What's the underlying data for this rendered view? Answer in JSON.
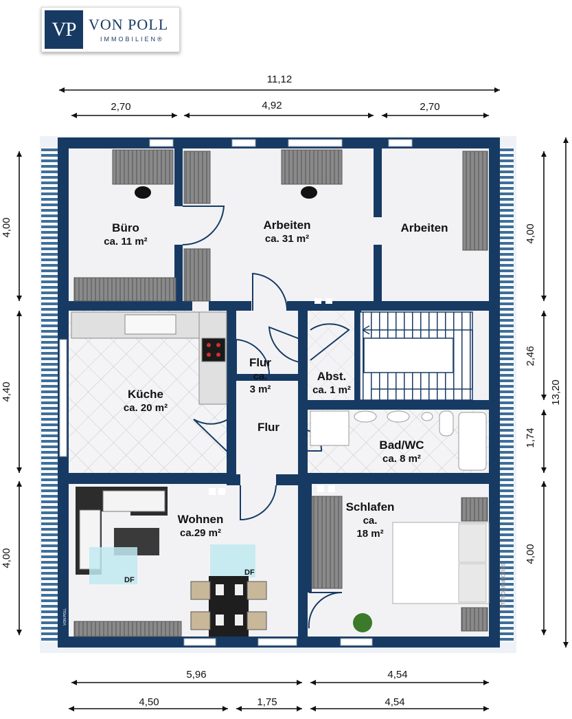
{
  "logo": {
    "mark": "VP",
    "name": "VON POLL",
    "sub": "IMMOBILIEN®"
  },
  "rooms": {
    "buero": {
      "name": "Büro",
      "area": "ca. 11 m²"
    },
    "arbeiten1": {
      "name": "Arbeiten",
      "area": "ca. 31 m²"
    },
    "arbeiten2": {
      "name": "Arbeiten"
    },
    "kueche": {
      "name": "Küche",
      "area": "ca. 20 m²"
    },
    "flur_small": {
      "name": "Flur",
      "l2": "ca.",
      "l3": "3 m²"
    },
    "abst": {
      "name": "Abst.",
      "area": "ca. 1 m²"
    },
    "flur": {
      "name": "Flur"
    },
    "bad": {
      "name": "Bad/WC",
      "area": "ca. 8 m²"
    },
    "wohnen": {
      "name": "Wohnen",
      "area": "ca.29 m²"
    },
    "schlafen": {
      "name": "Schlafen",
      "l2": "ca.",
      "l3": "18 m²"
    }
  },
  "skylights": {
    "df1": "DF",
    "df2": "DF"
  },
  "dims": {
    "top_total": "11,12",
    "top_a": "2,70",
    "top_b": "4,92",
    "top_c": "2,70",
    "left_1": "4,00",
    "left_2": "4,40",
    "left_3": "4,00",
    "right_1": "4,00",
    "right_2": "2,46",
    "right_3": "1,74",
    "right_4": "4,00",
    "right_total": "13,20",
    "bottom_a": "5,96",
    "bottom_b": "4,54",
    "bottom_c": "4,50",
    "bottom_d": "1,75",
    "bottom_e": "4,54"
  },
  "watermark": "Immogrundriss",
  "colors": {
    "wall": "#173a63",
    "floor": "#f2f2f5",
    "tile": "#c9c9cf",
    "furniture": "#7c7c7c",
    "brand": "#173a63"
  }
}
